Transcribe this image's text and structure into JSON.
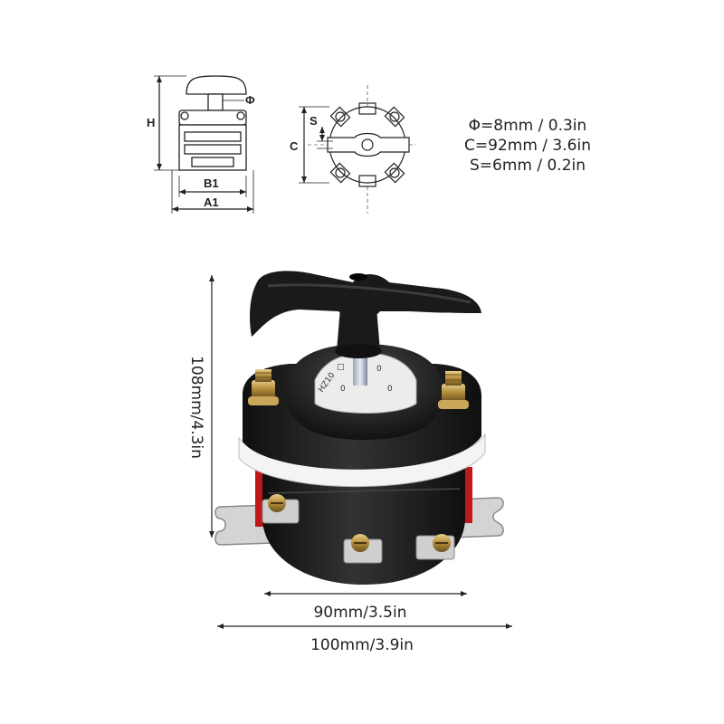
{
  "specs": {
    "phi": "Φ=8mm / 0.3in",
    "c": "C=92mm / 3.6in",
    "s": "S=6mm / 0.2in"
  },
  "drawing_labels": {
    "h": "H",
    "phi_symbol": "Φ",
    "b1": "B1",
    "a1": "A1",
    "c": "C",
    "s": "S"
  },
  "dimensions": {
    "height": "108mm/4.3in",
    "inner_width": "90mm/3.5in",
    "outer_width": "100mm/3.9in"
  },
  "colors": {
    "body": "#1c1c1c",
    "ring": "#f2f2f2",
    "red_post": "#c01818",
    "metal_plate": "#d0d0d0",
    "brass": "#b08a3a",
    "line": "#222222"
  }
}
